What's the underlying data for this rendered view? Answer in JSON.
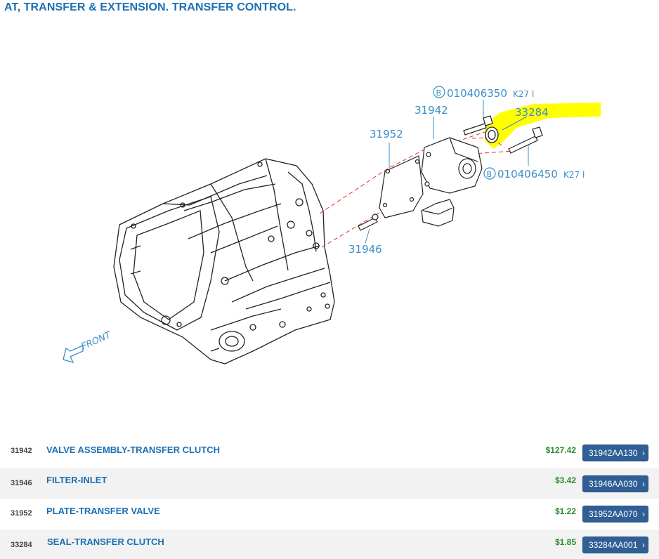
{
  "page": {
    "title": "AT, TRANSFER & EXTENSION. TRANSFER CONTROL."
  },
  "diagram": {
    "callouts": {
      "c31942": "31942",
      "c31952": "31952",
      "c31946": "31946",
      "c33284": "33284",
      "bolt_top_code": "010406350",
      "bolt_top_note": "K27 l",
      "bolt_bottom_code": "010406450",
      "bolt_bottom_note": "K27 l",
      "bolt_badge": "B",
      "front": "FRONT"
    },
    "highlight_color": "#ffff00",
    "callout_color": "#3a8fc8"
  },
  "parts": [
    {
      "ref": "31942",
      "name": "VALVE ASSEMBLY-TRANSFER CLUTCH",
      "price": "$127.42",
      "part_number": "31942AA130"
    },
    {
      "ref": "31946",
      "name": "FILTER-INLET",
      "price": "$3.42",
      "part_number": "31946AA030"
    },
    {
      "ref": "31952",
      "name": "PLATE-TRANSFER VALVE",
      "price": "$1.22",
      "part_number": "31952AA070"
    },
    {
      "ref": "33284",
      "name": "SEAL-TRANSFER CLUTCH",
      "price": "$1.85",
      "part_number": "33284AA001"
    }
  ],
  "colors": {
    "title": "#1a6fb5",
    "price": "#2e8b2e",
    "button": "#2f5f95"
  }
}
